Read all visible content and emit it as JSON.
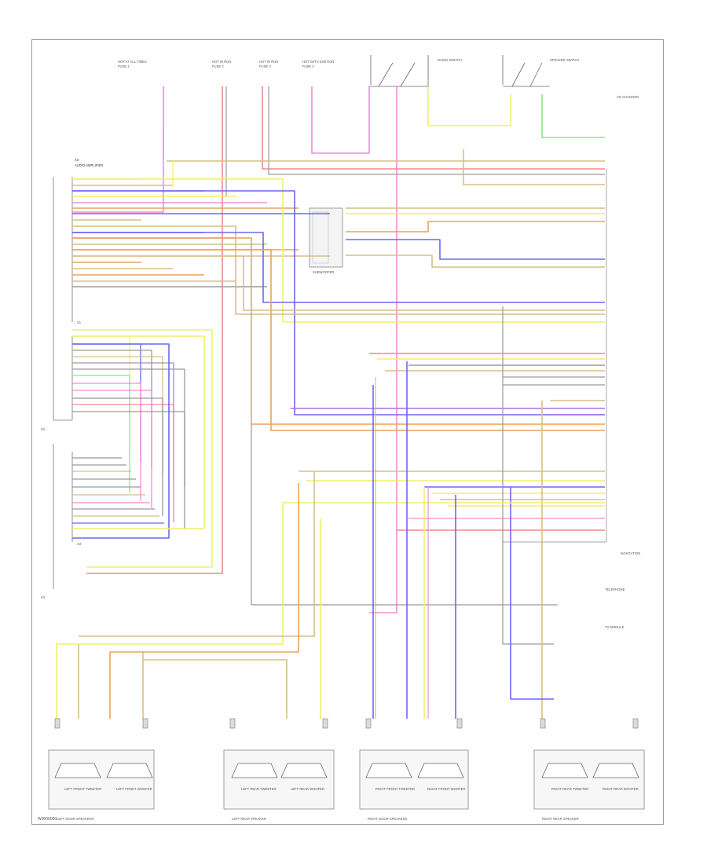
{
  "diagram": {
    "code": "W0000000",
    "top_fuses": [
      {
        "label": "HOT AT ALL TIMES",
        "fuse": "FUSE 1"
      },
      {
        "label": "HOT IN RUN",
        "fuse": "FUSE 2"
      },
      {
        "label": "HOT IN RUN",
        "fuse": "FUSE 3"
      },
      {
        "label": "HOT WITH IGNITION",
        "fuse": "FUSE 4"
      }
    ],
    "left_connector": {
      "name": "X3",
      "label": "AUDIO AMPLIFIER"
    },
    "connectors_left": [
      "X1",
      "X2",
      "X3",
      "X4"
    ],
    "module_center": {
      "name": "SUBWOOFER"
    },
    "switch_labels": [
      "RADIO SWITCH",
      "SPEAKER SWITCH"
    ],
    "right_labels": [
      "CD CHANGER",
      "NAVIGATION",
      "TELEPHONE",
      "TV MODULE"
    ],
    "speaker_groups": [
      {
        "name": "LEFT DOOR SPEAKERS",
        "speakers": [
          "LEFT FRONT TWEETER",
          "LEFT FRONT WOOFER"
        ]
      },
      {
        "name": "LEFT REAR SPEAKER",
        "speakers": [
          "LEFT REAR TWEETER",
          "LEFT REAR WOOFER"
        ]
      },
      {
        "name": "RIGHT DOOR SPEAKERS",
        "speakers": [
          "RIGHT FRONT TWEETER",
          "RIGHT FRONT WOOFER"
        ]
      },
      {
        "name": "RIGHT REAR SPEAKER",
        "speakers": [
          "RIGHT REAR TWEETER",
          "RIGHT REAR WOOFER"
        ]
      }
    ],
    "wire_colors": {
      "pink": "#f28bd8",
      "yellow": "#f2ee6a",
      "blue": "#6b68f0",
      "orange": "#e9a45b",
      "tan": "#d7bf86",
      "green": "#8fe48f",
      "red": "#f08a8a",
      "gray": "#9a9a9a",
      "violet": "#a972e6"
    }
  }
}
